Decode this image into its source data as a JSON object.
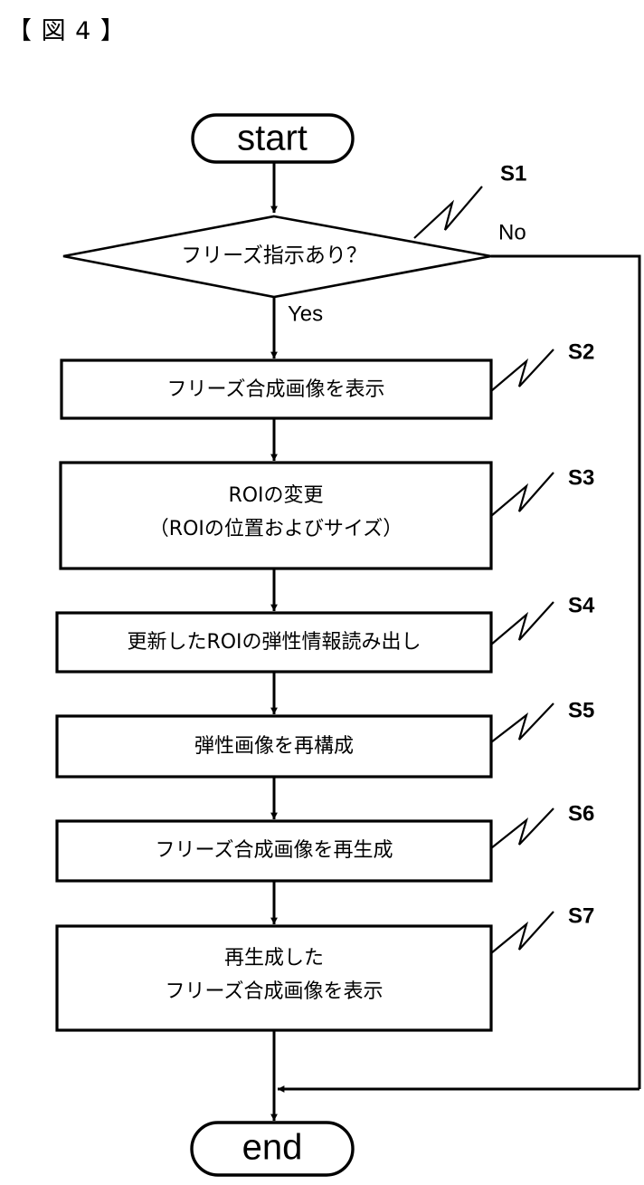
{
  "figure": {
    "title": "【 図 4 】"
  },
  "flowchart": {
    "start": {
      "label": "start"
    },
    "end": {
      "label": "end"
    },
    "decision": {
      "label": "フリーズ指示あり？",
      "yes_label": "Yes",
      "no_label": "No",
      "step": "S1"
    },
    "steps": [
      {
        "step": "S2",
        "lines": [
          "フリーズ合成画像を表示"
        ]
      },
      {
        "step": "S3",
        "lines": [
          "ROIの変更",
          "（ROIの位置およびサイズ）"
        ]
      },
      {
        "step": "S4",
        "lines": [
          "更新したROIの弾性情報読み出し"
        ]
      },
      {
        "step": "S5",
        "lines": [
          "弾性画像を再構成"
        ]
      },
      {
        "step": "S6",
        "lines": [
          "フリーズ合成画像を再生成"
        ]
      },
      {
        "step": "S7",
        "lines": [
          "再生成した",
          "フリーズ合成画像を表示"
        ]
      }
    ]
  },
  "colors": {
    "ink": "#000000",
    "paper": "#ffffff"
  }
}
